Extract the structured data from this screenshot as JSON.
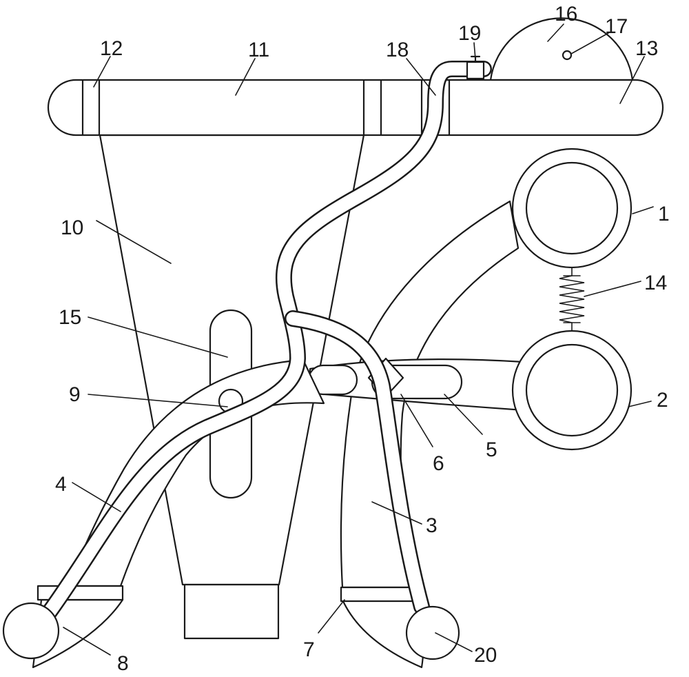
{
  "figure": {
    "labels": [
      {
        "id": "1",
        "text": "1"
      },
      {
        "id": "2",
        "text": "2"
      },
      {
        "id": "3",
        "text": "3"
      },
      {
        "id": "4",
        "text": "4"
      },
      {
        "id": "5",
        "text": "5"
      },
      {
        "id": "6",
        "text": "6"
      },
      {
        "id": "7",
        "text": "7"
      },
      {
        "id": "8",
        "text": "8"
      },
      {
        "id": "9",
        "text": "9"
      },
      {
        "id": "10",
        "text": "10"
      },
      {
        "id": "11",
        "text": "11"
      },
      {
        "id": "12",
        "text": "12"
      },
      {
        "id": "13",
        "text": "13"
      },
      {
        "id": "14",
        "text": "14"
      },
      {
        "id": "15",
        "text": "15"
      },
      {
        "id": "16",
        "text": "16"
      },
      {
        "id": "17",
        "text": "17"
      },
      {
        "id": "18",
        "text": "18"
      },
      {
        "id": "19",
        "text": "19"
      },
      {
        "id": "20",
        "text": "20"
      }
    ]
  }
}
